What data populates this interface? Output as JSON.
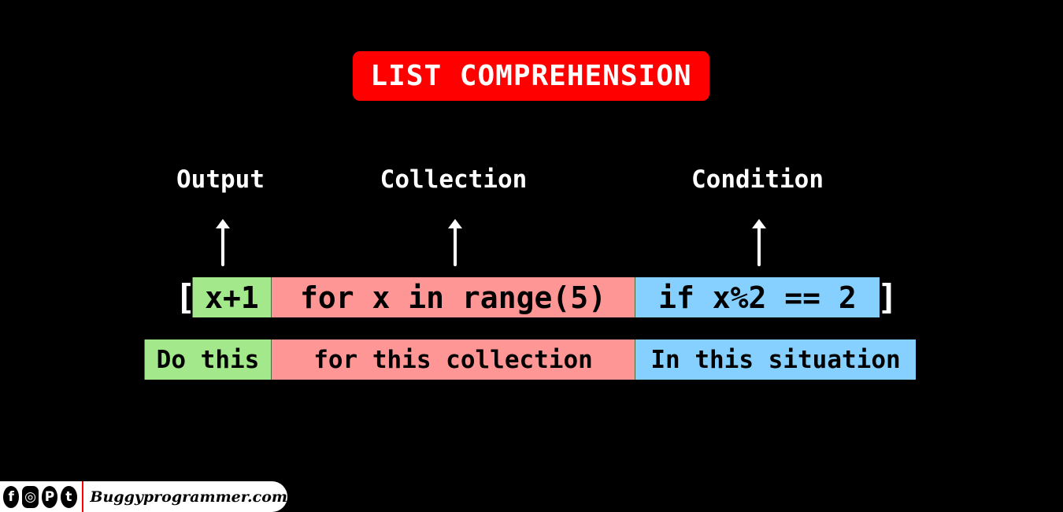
{
  "title": "LIST COMPREHENSION",
  "colors": {
    "background": "#000000",
    "title_bg": "#ff0000",
    "output": "#a3e88b",
    "collection": "#ff9696",
    "condition": "#85d0ff",
    "text_light": "#ffffff"
  },
  "labels": {
    "output": "Output",
    "collection": "Collection",
    "condition": "Condition"
  },
  "arrows": [
    "arrow-up",
    "arrow-up",
    "arrow-up"
  ],
  "code": {
    "open_bracket": "[",
    "output": "x+1",
    "collection": "for x in range(5)",
    "condition": "if x%2 == 2",
    "close_bracket": "]"
  },
  "descriptions": {
    "output": "Do this",
    "collection": "for this collection",
    "condition": "In this situation"
  },
  "footer": {
    "icons": [
      "facebook-icon",
      "instagram-icon",
      "pinterest-icon",
      "twitter-icon"
    ],
    "icon_glyphs": [
      "f",
      "◎",
      "P",
      "t"
    ],
    "site": "Buggyprogrammer.com"
  }
}
